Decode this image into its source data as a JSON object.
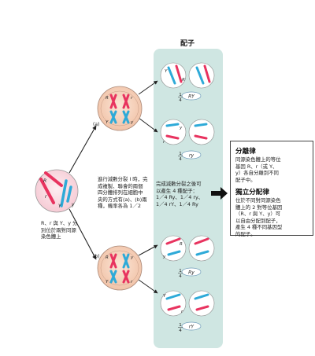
{
  "gametes_title": "配子",
  "chromosome_colors": {
    "red": "#e8335f",
    "blue": "#2eaad8",
    "panel": "#cde4e0",
    "cell_fill": "#f6d7c2"
  },
  "routes": [
    {
      "label": "(a)",
      "cell_labels": [
        "R",
        "R",
        "Y",
        "Y",
        "r",
        "r",
        "y",
        "y"
      ],
      "gametes": [
        {
          "alleles": [
            "Y",
            "R"
          ],
          "fraction_num": "1",
          "fraction_den": "4",
          "genotype": "RY"
        },
        {
          "alleles": [
            "r",
            "y"
          ],
          "fraction_num": "1",
          "fraction_den": "4",
          "genotype": "ry"
        }
      ]
    },
    {
      "label": "(b)",
      "cell_labels": [
        "R",
        "R",
        "y",
        "y",
        "r",
        "r",
        "Y",
        "Y"
      ],
      "gametes": [
        {
          "alleles": [
            "y",
            "R"
          ],
          "fraction_num": "1",
          "fraction_den": "4",
          "genotype": "Ry"
        },
        {
          "alleles": [
            "Y",
            "r"
          ],
          "fraction_num": "1",
          "fraction_den": "4",
          "genotype": "rY"
        }
      ]
    }
  ],
  "parent_cell": {
    "labels": [
      "R",
      "r",
      "Y",
      "y"
    ]
  },
  "captions": {
    "parent": "R、r 與 Y、y 分\n別位於兩對同源\n染色體上",
    "meiosis": "進行減數分裂 I 時，完\n成複製、聯會的兩個\n四分體排列在細胞中\n央的方式有(a)、(b)兩\n種，機率各為 1／2",
    "result": "完成減數分裂之後可\n以產生 4 種配子：\n1／4 Ry、1／4 ry、\n1／4 rY、1／4 Ry"
  },
  "segregation": {
    "title": "分離律",
    "text": "同源染色體上的等位\n基因 R、r（或 Y、\ny）各自分離到不同\n配子中。"
  },
  "independent": {
    "title": "獨立分配律",
    "text": "位於不同對同源染色\n體上的 2 對等位基因\n（R、r 與 Y、y）可\n以自由分配到配子，\n產生 4 種不同基因型\n的配子。"
  }
}
